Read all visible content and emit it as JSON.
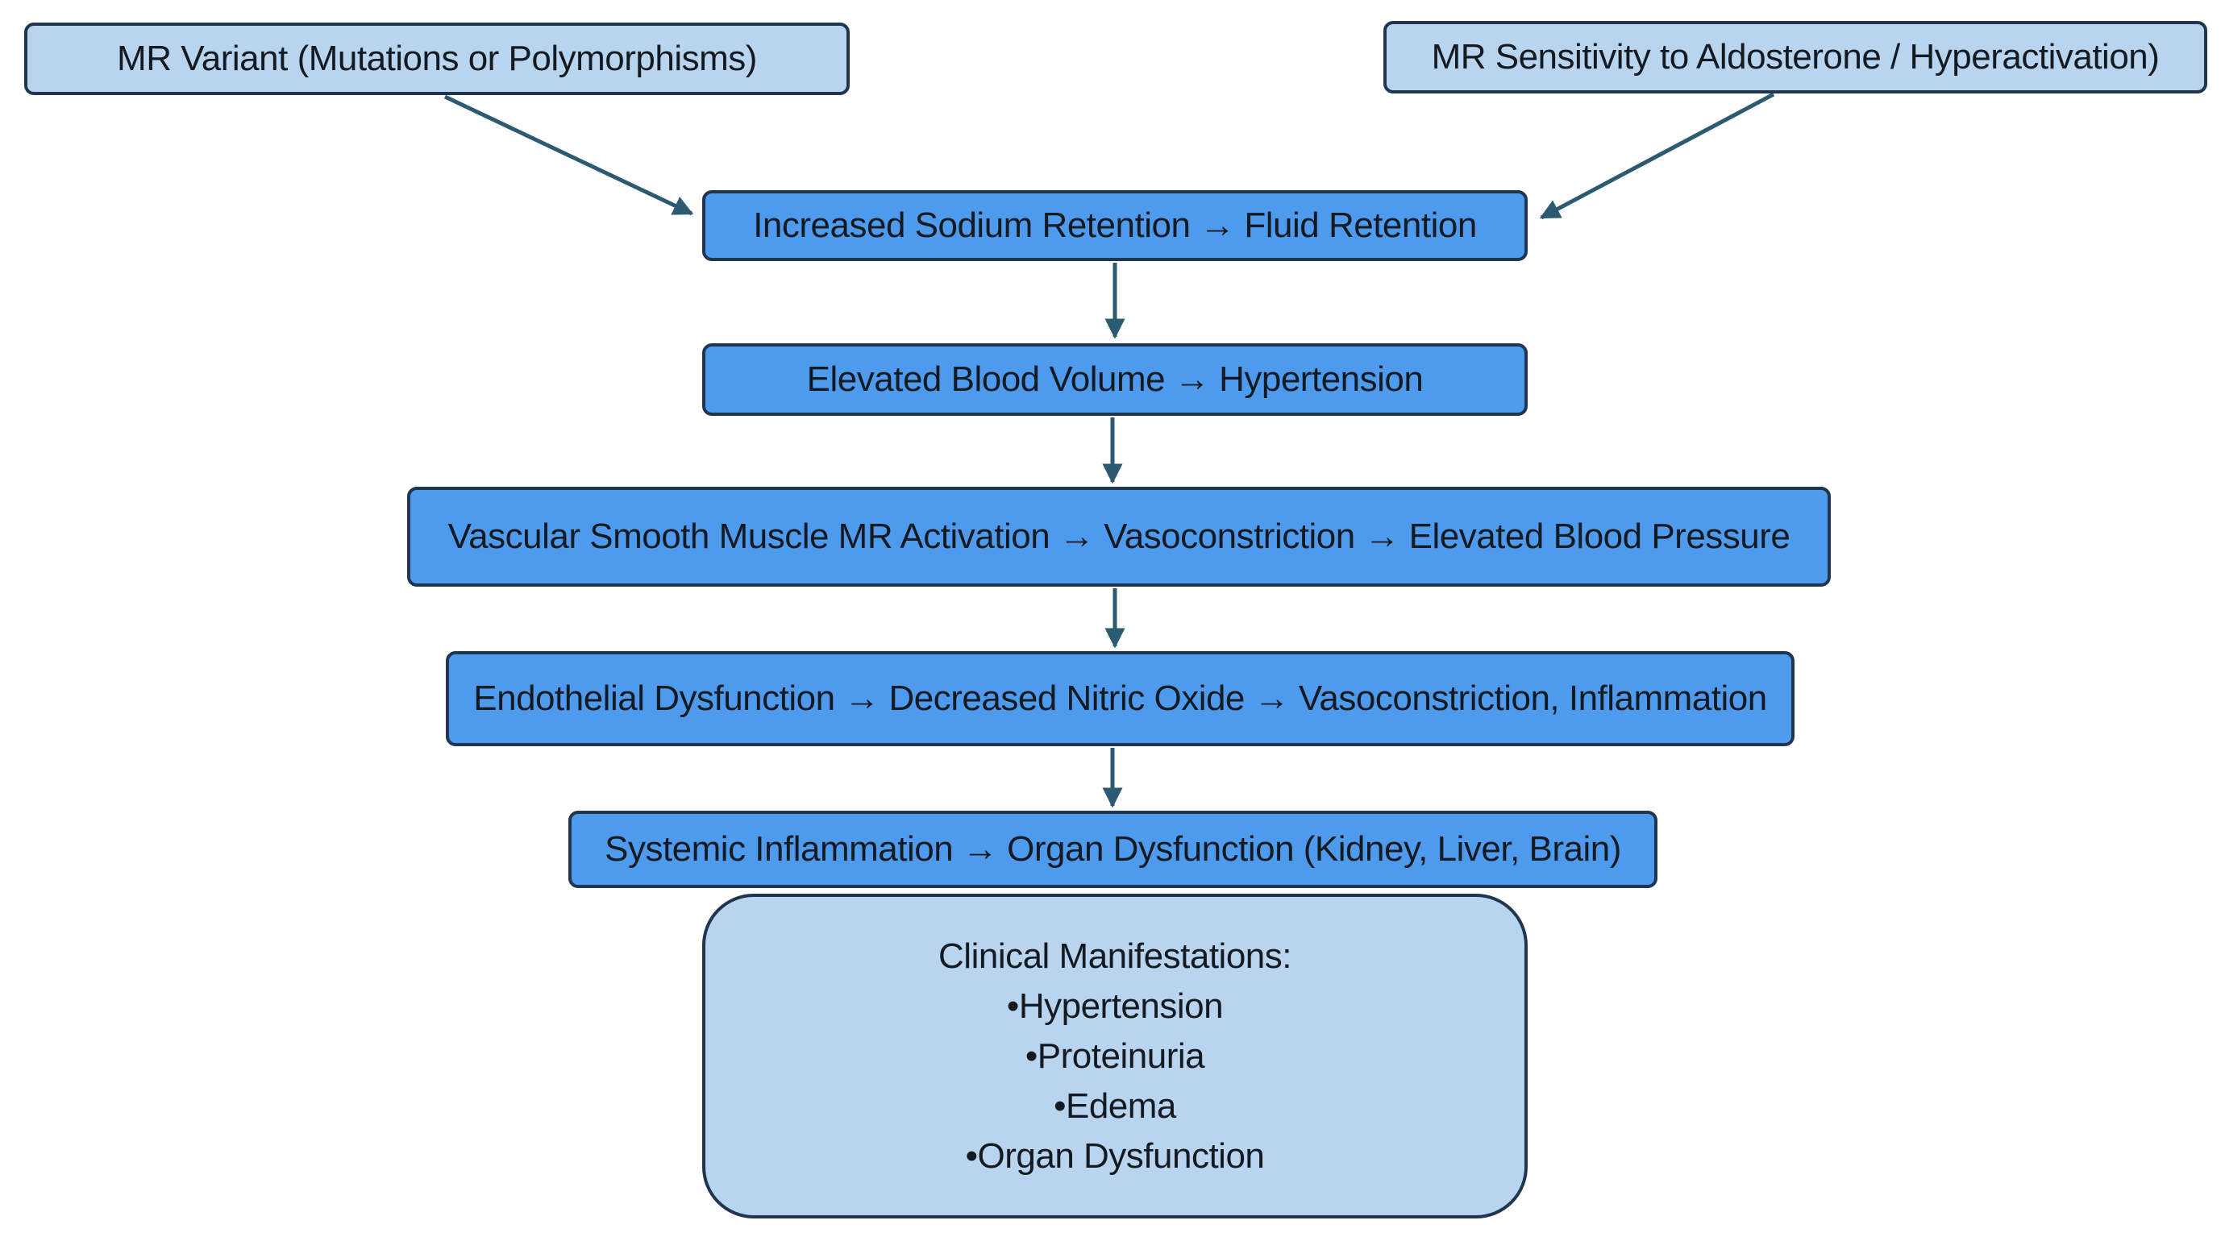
{
  "diagram": {
    "nodes": {
      "mr_variant": "MR Variant (Mutations or Polymorphisms)",
      "mr_sensitivity": "MR Sensitivity to Aldosterone / Hyperactivation)",
      "sodium_retention": "Increased Sodium Retention → Fluid Retention",
      "blood_volume": "Elevated Blood Volume → Hypertension",
      "vascular_activation": "Vascular Smooth Muscle MR Activation → Vasoconstriction → Elevated Blood Pressure",
      "endothelial_dysfunction": "Endothelial Dysfunction → Decreased Nitric Oxide → Vasoconstriction, Inflammation",
      "systemic_inflammation": "Systemic Inflammation → Organ Dysfunction (Kidney, Liver, Brain)"
    },
    "clinical": {
      "title": "Clinical Manifestations:",
      "items": [
        "•Hypertension",
        "•Proteinuria",
        "•Edema",
        "•Organ Dysfunction"
      ]
    },
    "colors": {
      "light_box": "#b9d4ee",
      "mid_box": "#4e9aec",
      "border": "#1f3550",
      "arrow": "#2b5a72"
    },
    "edges": [
      [
        "mr_variant",
        "sodium_retention"
      ],
      [
        "mr_sensitivity",
        "sodium_retention"
      ],
      [
        "sodium_retention",
        "blood_volume"
      ],
      [
        "blood_volume",
        "vascular_activation"
      ],
      [
        "vascular_activation",
        "endothelial_dysfunction"
      ],
      [
        "endothelial_dysfunction",
        "systemic_inflammation"
      ]
    ]
  }
}
